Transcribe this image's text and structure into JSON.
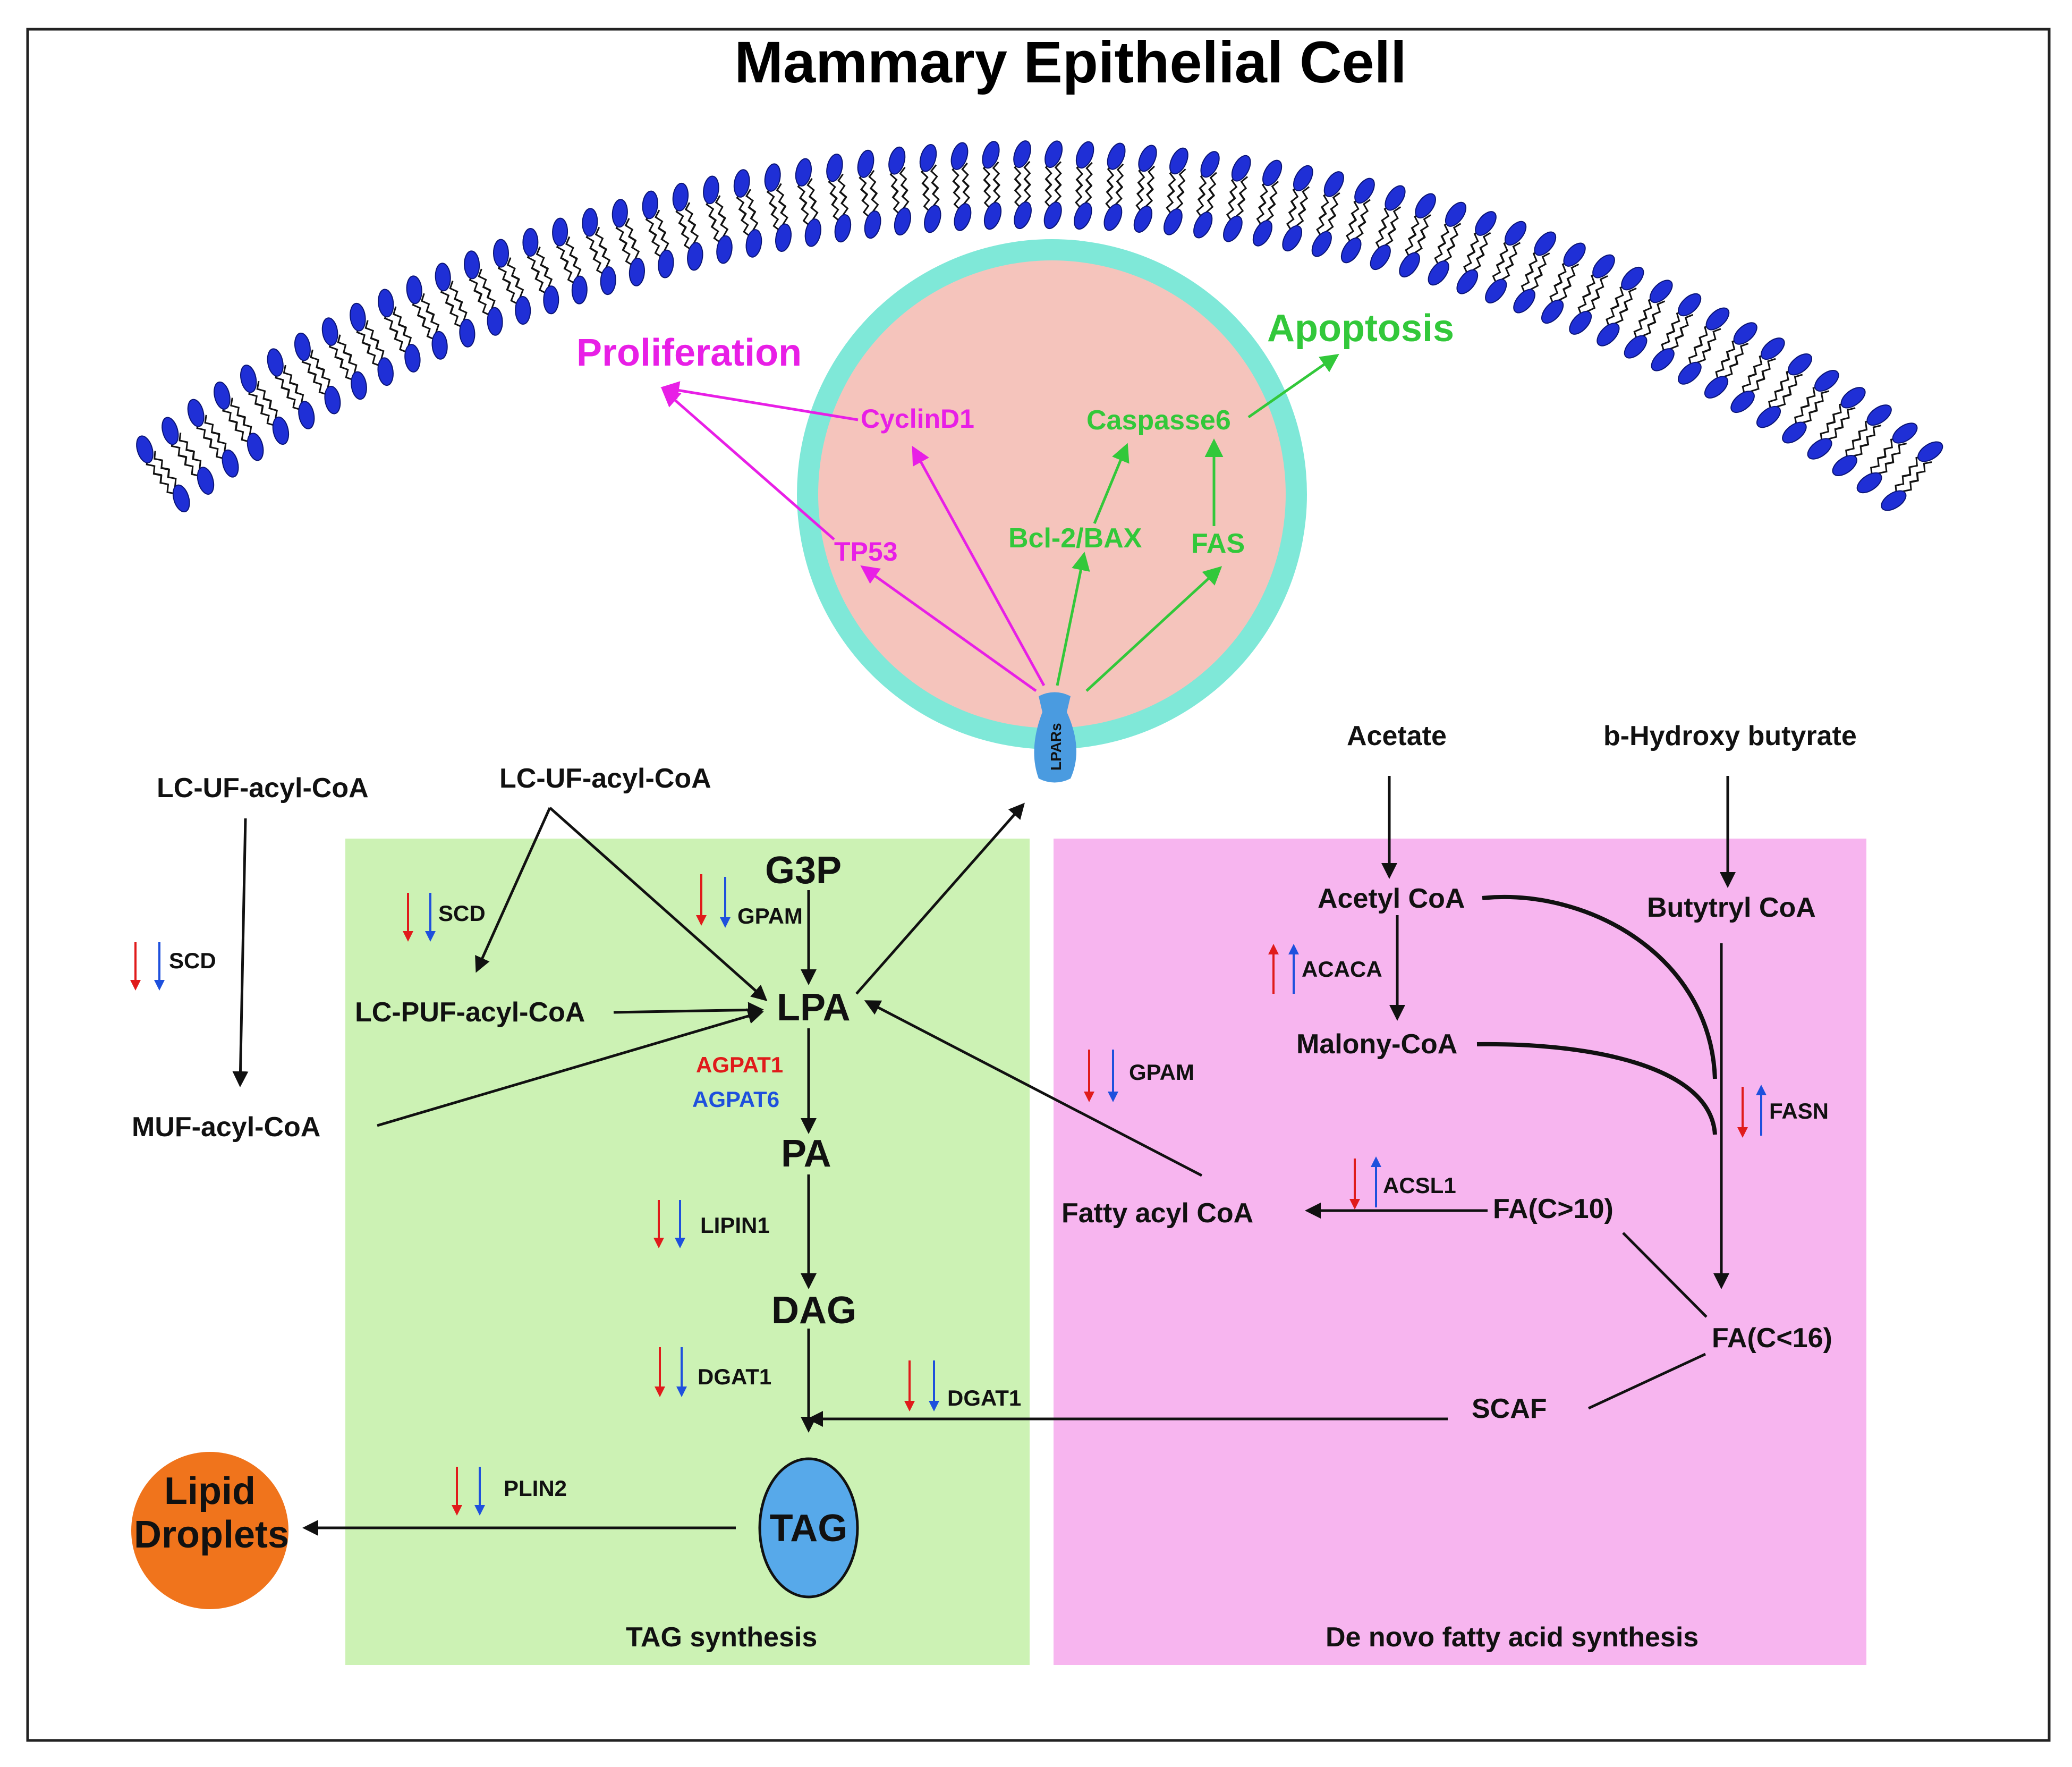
{
  "title": "Mammary Epithelial Cell",
  "colors": {
    "tag_box": "#ccf2b4",
    "denovo_box": "#f7b5ef",
    "nucleus_fill": "#f5c4bc",
    "nucleus_ring": "#7fe8d8",
    "membrane_head": "#1f2fd6",
    "proliferation": "#e81fe6",
    "apoptosis": "#32c83a",
    "down_red": "#e01b1b",
    "down_blue": "#1e50dd",
    "lipid_droplet": "#f0741c",
    "tag_node": "#57a9ea",
    "lpar": "#4a9be0"
  },
  "nucleus": {
    "proliferation": "Proliferation",
    "apoptosis": "Apoptosis",
    "cyclin": "CyclinD1",
    "tp53": "TP53",
    "caspase": "Caspasse6",
    "bcl": "Bcl-2/BAX",
    "fas": "FAS",
    "lpars": "LPARs"
  },
  "left": {
    "lcuf_outer": "LC-UF-acyl-CoA",
    "lcuf_inner": "LC-UF-acyl-CoA",
    "scd_outer": "SCD",
    "scd_inner": "SCD",
    "muf": "MUF-acyl-CoA",
    "lcpuf": "LC-PUF-acyl-CoA",
    "lipid_droplets_line1": "Lipid",
    "lipid_droplets_line2": "Droplets",
    "plin2": "PLIN2"
  },
  "tag": {
    "g3p": "G3P",
    "gpam": "GPAM",
    "lpa": "LPA",
    "agpat1": "AGPAT1",
    "agpat6": "AGPAT6",
    "pa": "PA",
    "lipin1": "LIPIN1",
    "dag": "DAG",
    "dgat1": "DGAT1",
    "tag": "TAG",
    "label": "TAG synthesis"
  },
  "denovo": {
    "acetate": "Acetate",
    "bhb": "b-Hydroxy butyrate",
    "acetyl": "Acetyl CoA",
    "butytryl": "Butytryl CoA",
    "acaca": "ACACA",
    "malony": "Malony-CoA",
    "gpam": "GPAM",
    "fasn": "FASN",
    "fatty_acyl": "Fatty acyl CoA",
    "acsl1": "ACSL1",
    "fa_gt10": "FA(C>10)",
    "fa_lt16": "FA(C<16)",
    "scaf": "SCAF",
    "dgat1": "DGAT1",
    "label": "De novo fatty acid synthesis"
  }
}
